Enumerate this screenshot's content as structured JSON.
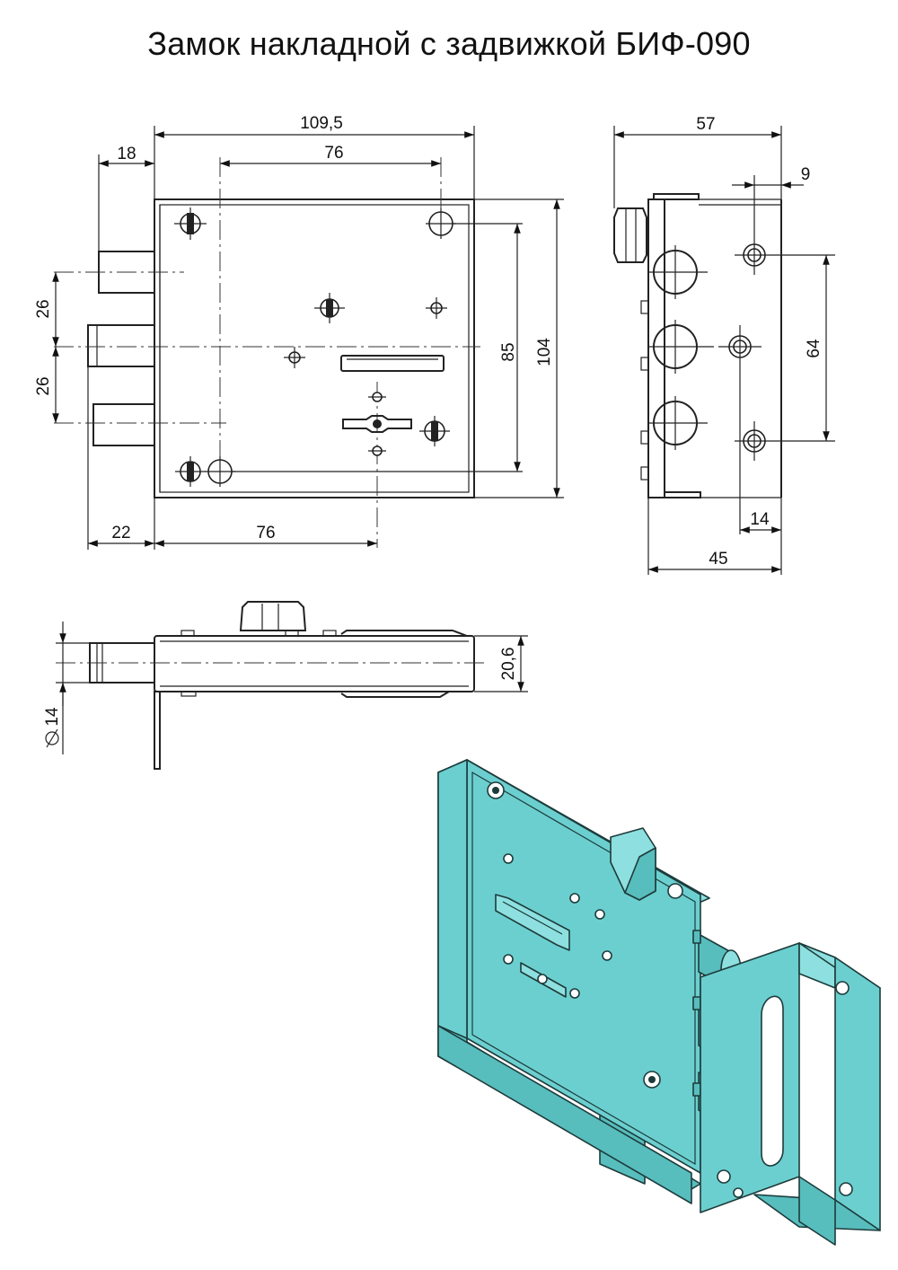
{
  "title": "Замок накладной с задвижкой БИФ-090",
  "dimensions": {
    "front_width": "109,5",
    "front_bolt_projection": "18",
    "front_hole_spacing_top": "76",
    "front_hole_spacing_bottom": "76",
    "front_left_offset": "22",
    "front_bolt_pitch_upper": "26",
    "front_bolt_pitch_lower": "26",
    "front_hole_spacing_vertical": "85",
    "front_height": "104",
    "side_total_depth": "57",
    "side_hole_offset": "9",
    "side_hole_spacing": "64",
    "side_slot_offset": "14",
    "side_body_depth": "45",
    "bottom_body_thickness": "20,6",
    "bottom_bolt_diameter": "14"
  }
}
